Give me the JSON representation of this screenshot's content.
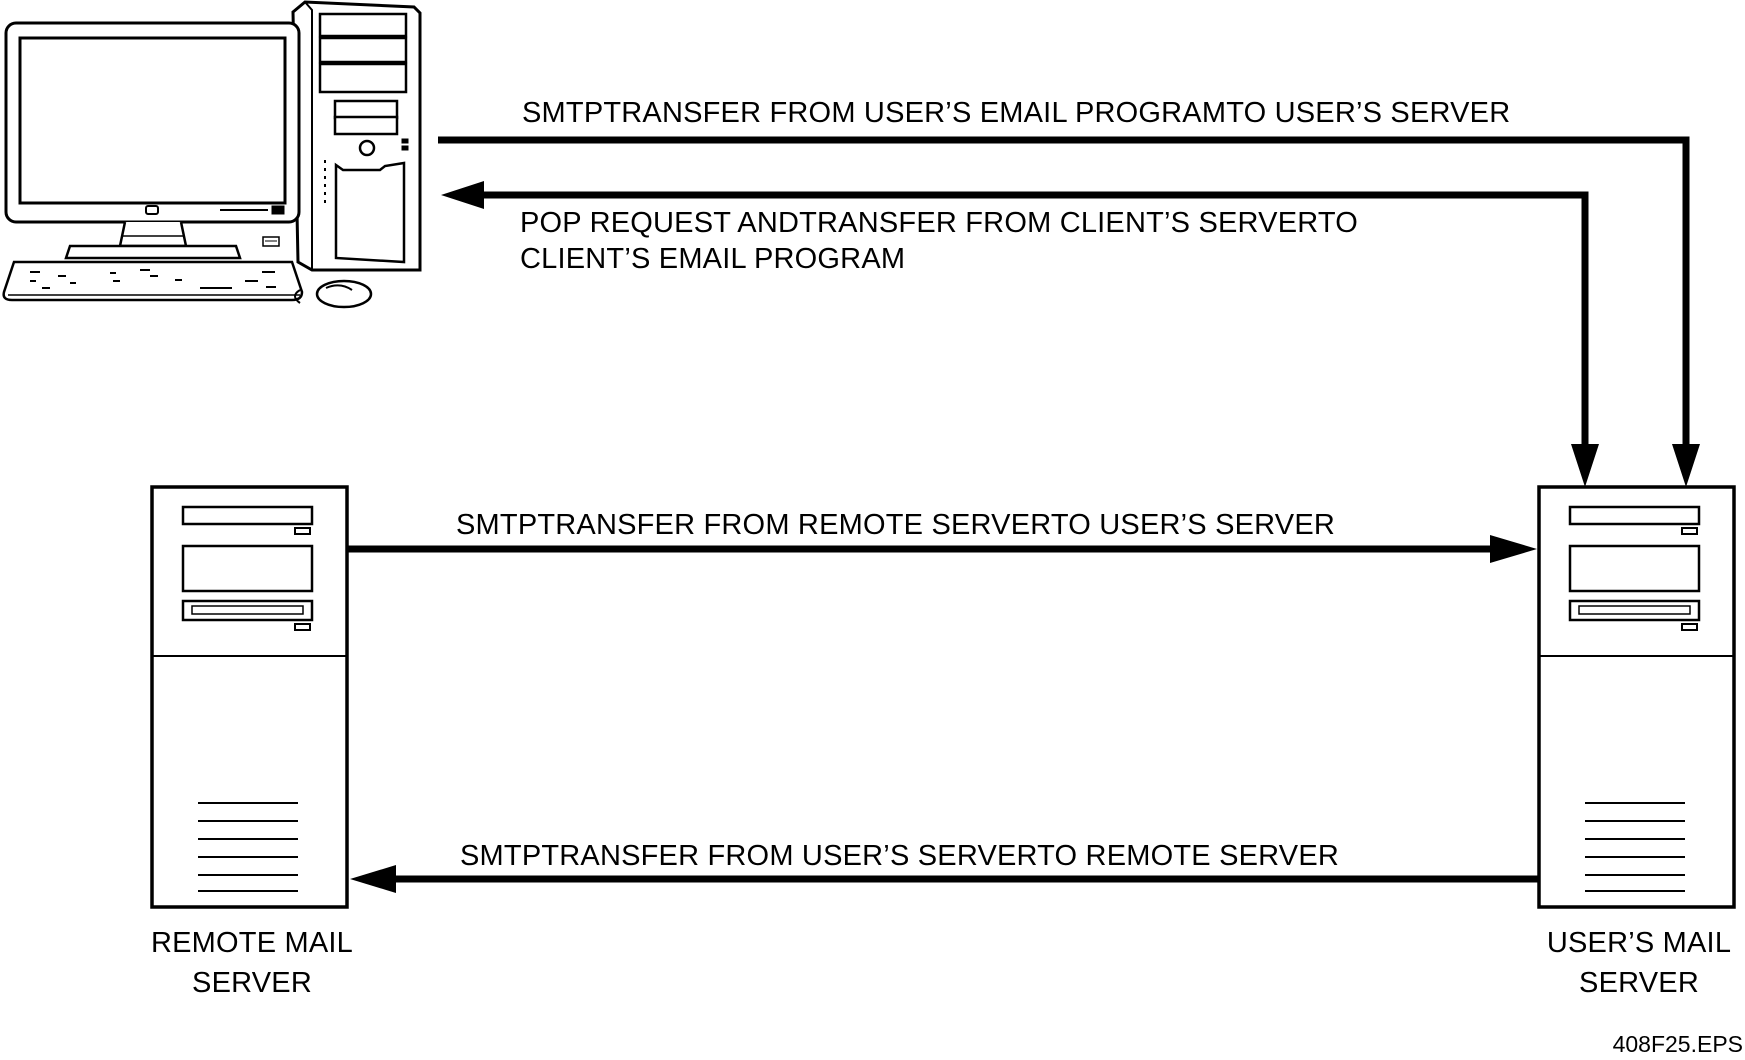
{
  "arrows": {
    "smtp_user_program_to_server": "SMTPTRANSFER FROM USER’S EMAIL PROGRAMTO USER’S SERVER",
    "pop_request_line1": "POP REQUEST ANDTRANSFER FROM CLIENT’S SERVERTO",
    "pop_request_line2": "CLIENT’S EMAIL PROGRAM",
    "smtp_remote_to_user_server": "SMTPTRANSFER FROM REMOTE SERVERTO USER’S SERVER",
    "smtp_user_server_to_remote": "SMTPTRANSFER FROM USER’S SERVERTO REMOTE SERVER"
  },
  "nodes": {
    "remote_server_line1": "REMOTE MAIL",
    "remote_server_line2": "SERVER",
    "user_server_line1": "USER’S MAIL",
    "user_server_line2": "SERVER"
  },
  "figure_id": "408F25.EPS",
  "colors": {
    "ink": "#000000",
    "background": "#ffffff"
  },
  "icons": [
    "desktop-computer-icon",
    "server-tower-icon"
  ]
}
